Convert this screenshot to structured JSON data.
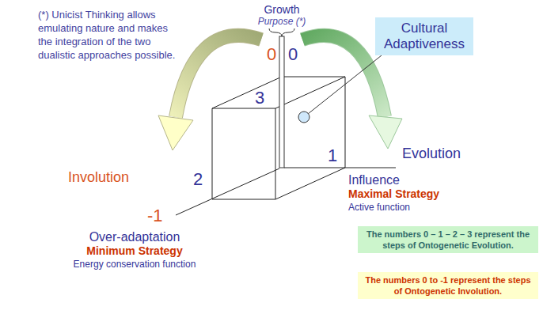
{
  "diagram": {
    "nodes": [
      {
        "text": [
          "Cultural Adaptiveness"
        ]
      },
      {
        "text": [
          "The numbers 0 – 1 – 2 – 3 represent the steps of Ontogenetic Evolution."
        ]
      },
      {
        "text": [
          "The numbers 0 to -1 represent the steps of Ontogenetic Involution."
        ]
      }
    ],
    "labels": [
      "(*) Unicist Thinking allows emulating nature and makes the integration of the two dualistic approaches possible.",
      "Growth",
      "Purpose (*)",
      "0",
      "0",
      "3",
      "2",
      "1",
      "-1",
      "Involution",
      "Evolution",
      "Influence",
      "Maximal Strategy",
      "Active function",
      "Over-adaptation",
      "Minimum Strategy",
      "Energy conservation function"
    ]
  }
}
